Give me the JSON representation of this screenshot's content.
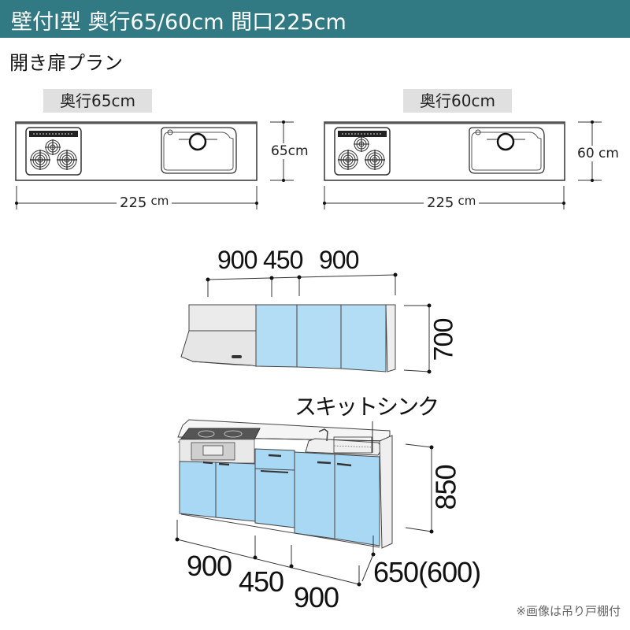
{
  "header": {
    "title": "壁付I型 奥行65/60cm 間口225cm",
    "background_color": "#327a83"
  },
  "plan_title": "開き扉プラン",
  "top_views": [
    {
      "depth_label": "奥行65cm",
      "depth_dim": "65cm",
      "width_dim_num": "225",
      "width_dim_unit": "cm",
      "features": [
        "stove-3-burner",
        "sink"
      ]
    },
    {
      "depth_label": "奥行60cm",
      "depth_dim": "60 cm",
      "width_dim_num": "225",
      "width_dim_unit": "cm",
      "features": [
        "stove-3-burner",
        "sink"
      ]
    }
  ],
  "wall_cabinet": {
    "width_dims": [
      "900",
      "450",
      "900"
    ],
    "height_dim": "700",
    "door_color": "#b3ddf5"
  },
  "base_cabinet": {
    "sink_label": "スキットシンク",
    "width_dims": [
      "900",
      "450",
      "900"
    ],
    "height_dim": "850",
    "depth_dim": "650(600)",
    "door_color": "#a8d8f4"
  },
  "footnote": "※画像は吊り戸棚付"
}
